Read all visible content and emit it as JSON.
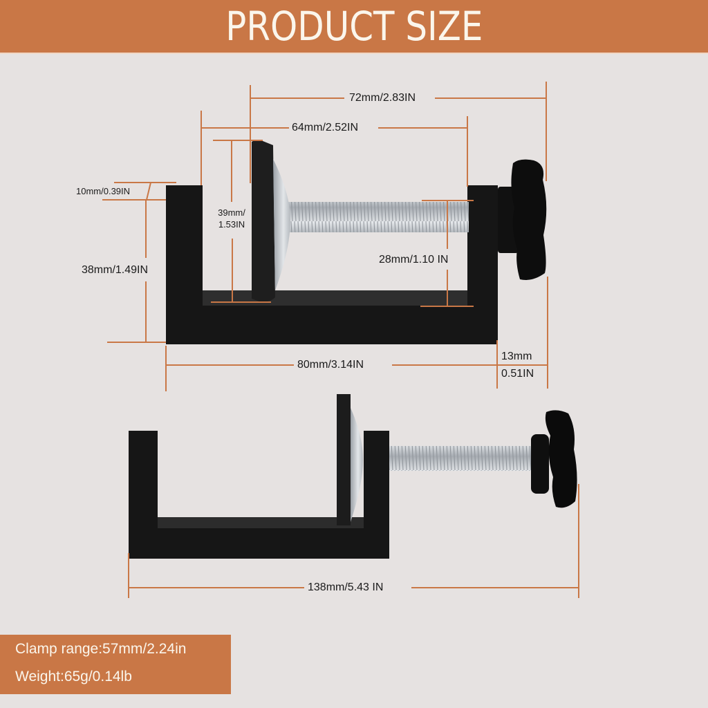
{
  "header": {
    "title": "PRODUCT SIZE"
  },
  "colors": {
    "accent": "#c97746",
    "background": "#e6e2e1",
    "dimension_line": "#c97746",
    "clamp_body": "#141414",
    "screw": "#b9bdc2",
    "banner_text": "#fbf6ec"
  },
  "dimensions": {
    "top_width_knob": "72mm/2.83IN",
    "inner_to_screw_end": "64mm/2.52IN",
    "jaw_thickness": "10mm/0.39IN",
    "pad_height_line1": "39mm/",
    "pad_height_line2": "1.53IN",
    "total_height": "38mm/1.49IN",
    "inner_depth": "28mm/1.10 IN",
    "base_length": "80mm/3.14IN",
    "knob_offset_line1": "13mm",
    "knob_offset_line2": "0.51IN",
    "total_length": "138mm/5.43 IN"
  },
  "specs": {
    "clamp_range": "Clamp range:57mm/2.24in",
    "weight": "Weight:65g/0.14lb"
  }
}
